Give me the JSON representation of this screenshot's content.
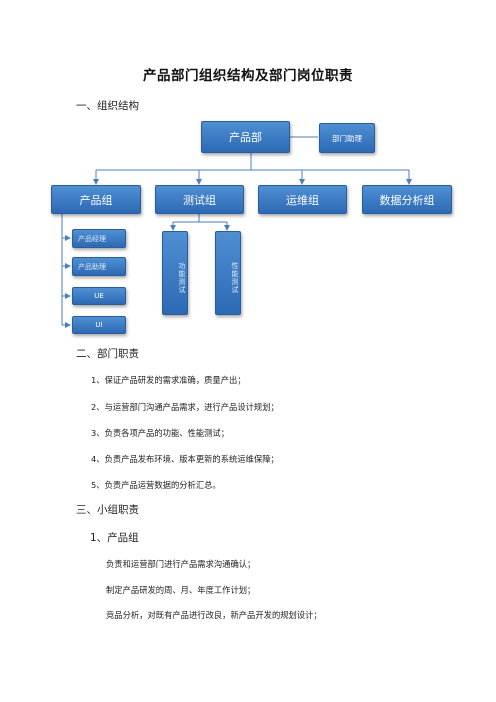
{
  "title": "产品部门组织结构及部门岗位职责",
  "section1": {
    "heading": "一、组织结构"
  },
  "org": {
    "root": "产品部",
    "assistant": "部门助理",
    "groups": [
      "产品组",
      "测试组",
      "运维组",
      "数据分析组"
    ],
    "product_sub": [
      "产品经理",
      "产品助理",
      "UE",
      "UI"
    ],
    "test_sub": [
      "功能测试",
      "性能测试"
    ],
    "line_color": "#4a7fc0",
    "box_color": "#3b7bc6"
  },
  "section2": {
    "heading": "二、部门职责",
    "items": [
      "1、保证产品研发的需求准确，质量产出；",
      "2、与运营部门沟通产品需求，进行产品设计规划；",
      "3、负责各项产品的功能、性能测试；",
      "4、负责产品发布环境、版本更新的系统运维保障；",
      "5、负责产品运营数据的分析汇总。"
    ]
  },
  "section3": {
    "heading": "三、小组职责",
    "subheading": "1、产品组",
    "items": [
      "负责和运营部门进行产品需求沟通确认；",
      "制定产品研发的周、月、年度工作计划；",
      "竞品分析，对既有产品进行改良，新产品开发的规划设计；"
    ]
  }
}
